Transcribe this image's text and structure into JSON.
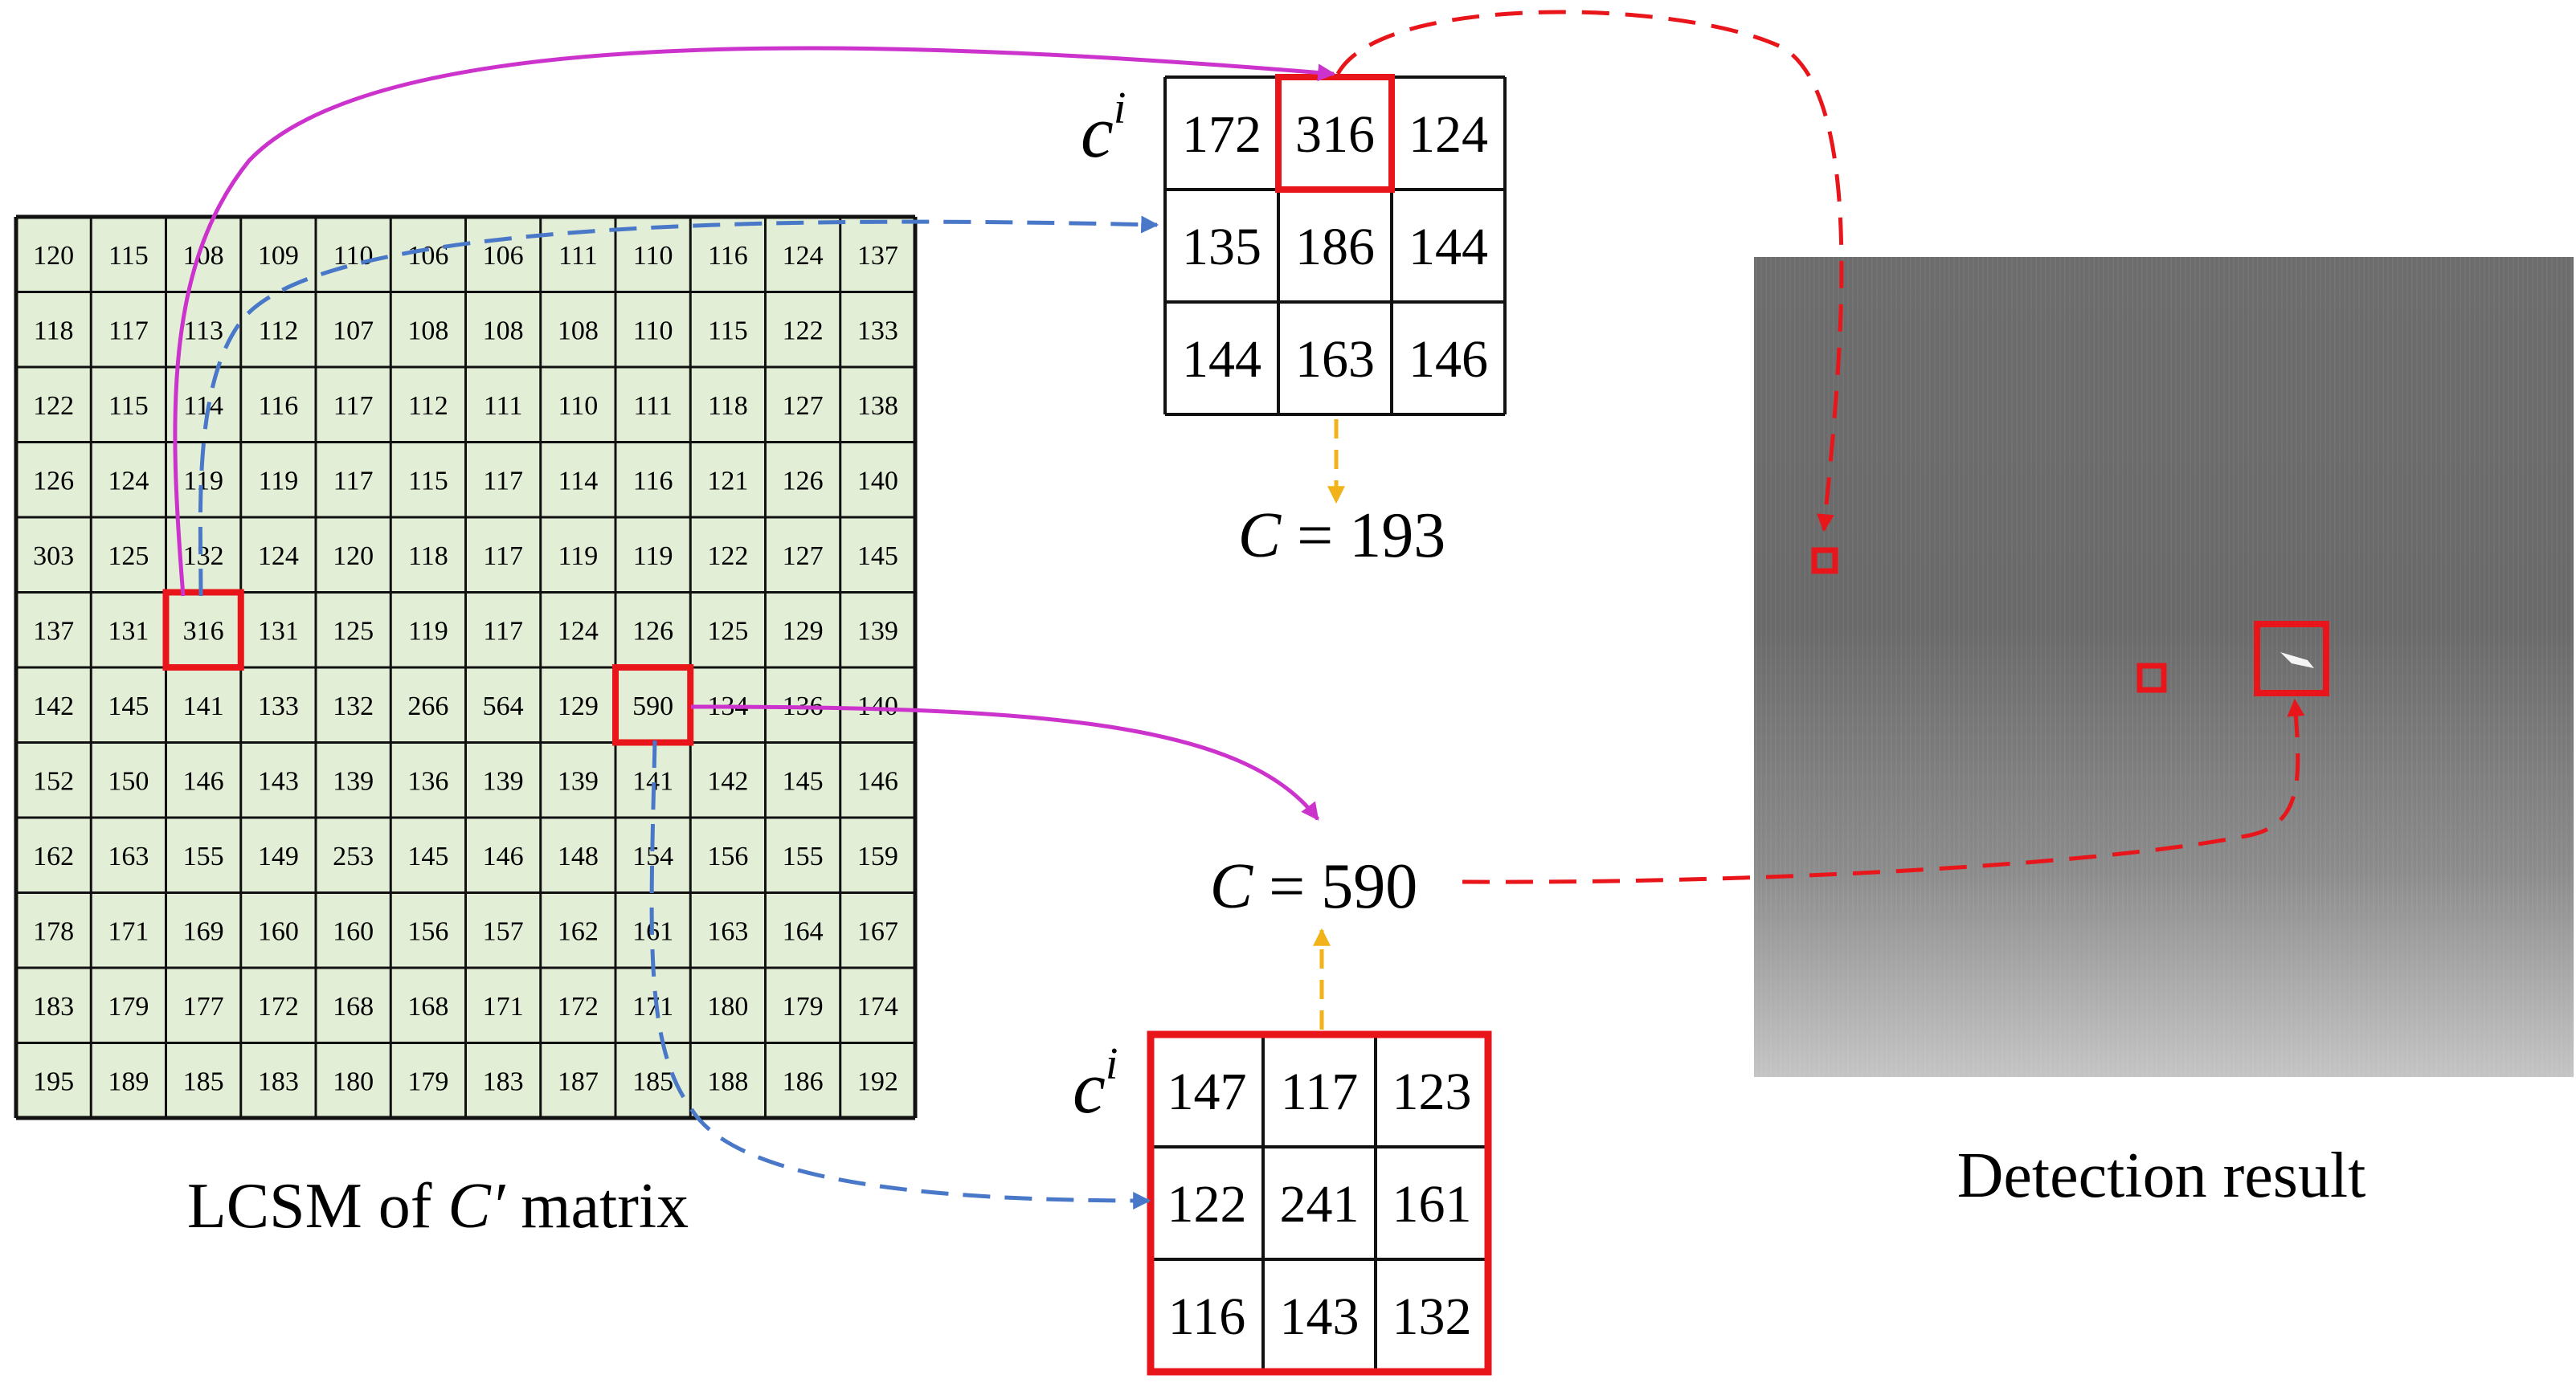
{
  "lcsm": {
    "rows": [
      [
        120,
        115,
        108,
        109,
        110,
        106,
        106,
        111,
        110,
        116,
        124,
        137
      ],
      [
        118,
        117,
        113,
        112,
        107,
        108,
        108,
        108,
        110,
        115,
        122,
        133
      ],
      [
        122,
        115,
        114,
        116,
        117,
        112,
        111,
        110,
        111,
        118,
        127,
        138
      ],
      [
        126,
        124,
        119,
        119,
        117,
        115,
        117,
        114,
        116,
        121,
        126,
        140
      ],
      [
        303,
        125,
        132,
        124,
        120,
        118,
        117,
        119,
        119,
        122,
        127,
        145
      ],
      [
        137,
        131,
        316,
        131,
        125,
        119,
        117,
        124,
        126,
        125,
        129,
        139
      ],
      [
        142,
        145,
        141,
        133,
        132,
        266,
        564,
        129,
        590,
        134,
        136,
        140
      ],
      [
        152,
        150,
        146,
        143,
        139,
        136,
        139,
        139,
        141,
        142,
        145,
        146
      ],
      [
        162,
        163,
        155,
        149,
        253,
        145,
        146,
        148,
        154,
        156,
        155,
        159
      ],
      [
        178,
        171,
        169,
        160,
        160,
        156,
        157,
        162,
        161,
        163,
        164,
        167
      ],
      [
        183,
        179,
        177,
        172,
        168,
        168,
        171,
        172,
        171,
        180,
        179,
        174
      ],
      [
        195,
        189,
        185,
        183,
        180,
        179,
        183,
        187,
        185,
        188,
        186,
        192
      ]
    ],
    "highlights": [
      {
        "row": 5,
        "col": 2
      },
      {
        "row": 6,
        "col": 8
      }
    ],
    "caption": {
      "prefix": "LCSM of ",
      "symbol": "C′",
      "suffix": " matrix"
    }
  },
  "top_window": {
    "label": "c",
    "label_sup": "i",
    "cells": [
      [
        172,
        316,
        124
      ],
      [
        135,
        186,
        144
      ],
      [
        144,
        163,
        146
      ]
    ],
    "highlight": {
      "row": 0,
      "col": 1
    },
    "result": {
      "symbol": "C",
      "eq": " = ",
      "value": "193"
    }
  },
  "bottom_window": {
    "label": "c",
    "label_sup": "i",
    "cells": [
      [
        147,
        117,
        123
      ],
      [
        122,
        241,
        161
      ],
      [
        116,
        143,
        132
      ]
    ],
    "result": {
      "symbol": "C",
      "eq": " = ",
      "value": "590"
    }
  },
  "detection": {
    "caption": "Detection result"
  },
  "colors": {
    "cell_fill": "#e2eed6",
    "grid_line": "#111111",
    "highlight": "#e8151b",
    "magenta": "#cc33cc",
    "blue_dash": "#4a78c8",
    "orange_dash": "#f2b21a",
    "red_dash": "#e8151b"
  }
}
